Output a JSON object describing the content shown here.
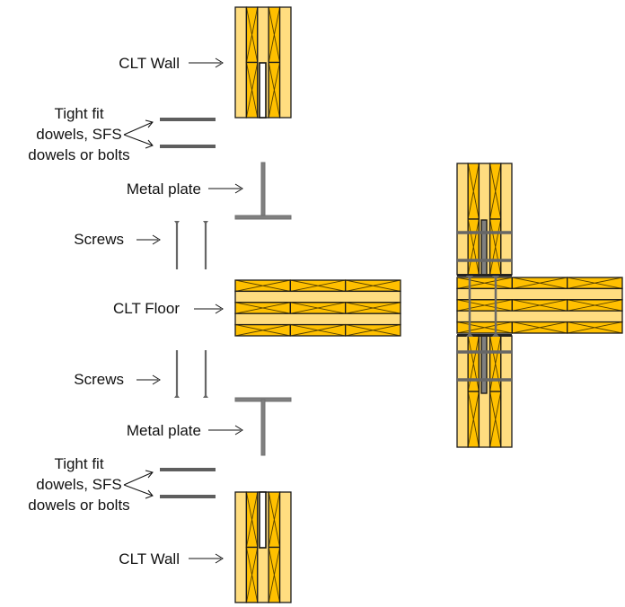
{
  "labels": {
    "clt_wall_top": "CLT Wall",
    "dowels_top": [
      "Tight fit",
      "dowels, SFS",
      "dowels or bolts"
    ],
    "metal_plate_top": "Metal plate",
    "screws_top": "Screws",
    "clt_floor": "CLT Floor",
    "screws_bottom": "Screws",
    "metal_plate_bottom": "Metal plate",
    "dowels_bottom": [
      "Tight fit",
      "dowels, SFS",
      "dowels or bolts"
    ],
    "clt_wall_bottom": "CLT Wall"
  },
  "colors": {
    "timber_light": "#FFDD80",
    "timber_dark": "#FFC000",
    "steel": "#808080"
  },
  "components": [
    "clt-wall-top",
    "dowels-top",
    "metal-plate-top",
    "screws-top",
    "clt-floor",
    "screws-bottom",
    "metal-plate-bottom",
    "dowels-bottom",
    "clt-wall-bottom",
    "assembled-connection"
  ]
}
